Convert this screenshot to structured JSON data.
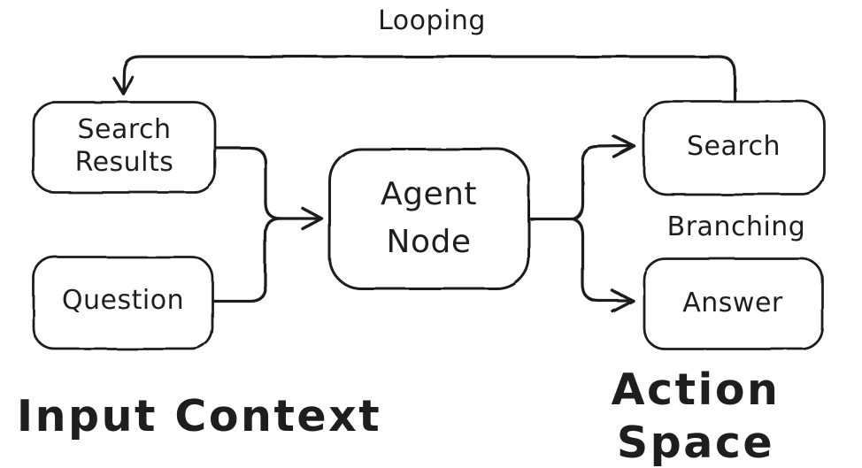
{
  "diagram": {
    "nodes": {
      "search_results": {
        "label": "Search\nResults"
      },
      "question": {
        "label": "Question"
      },
      "agent_node": {
        "label": "Agent\nNode"
      },
      "search": {
        "label": "Search"
      },
      "answer": {
        "label": "Answer"
      }
    },
    "edge_labels": {
      "looping": "Looping",
      "branching": "Branching"
    },
    "section_labels": {
      "input_context": "Input Context",
      "action_space": "Action Space"
    },
    "colors": {
      "stroke": "#1e1e1e",
      "background": "#ffffff"
    }
  }
}
